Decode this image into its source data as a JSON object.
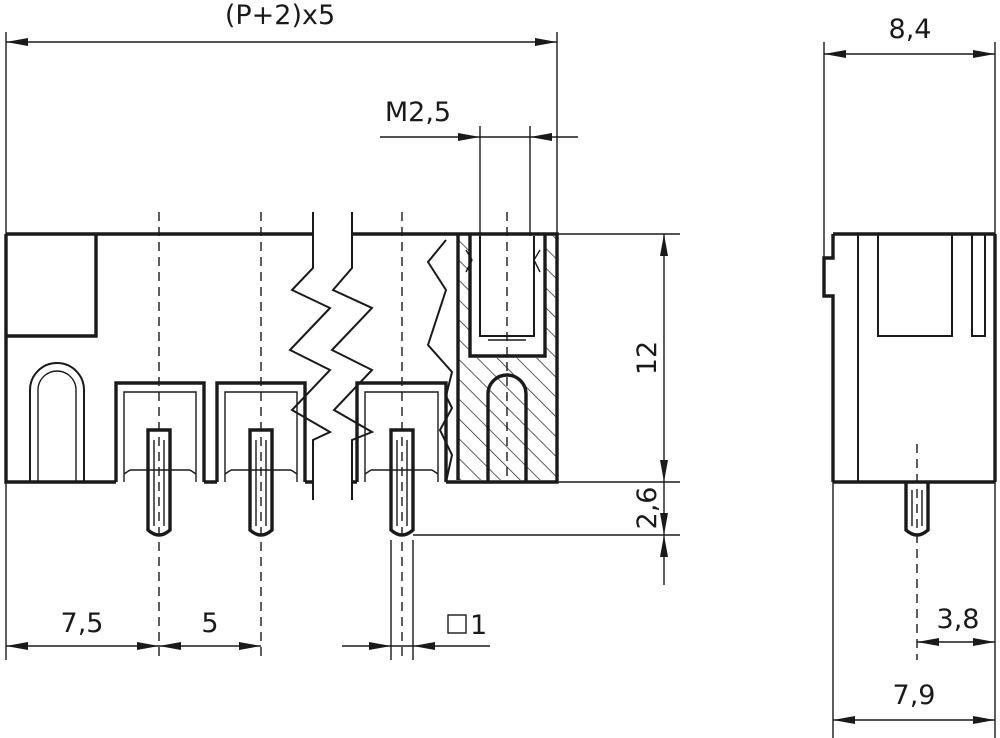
{
  "drawing": {
    "dimensions": {
      "total_width": "(P+2)x5",
      "side_width": "8,4",
      "thread": "M2,5",
      "height": "12",
      "pin_length": "2,6",
      "offset_first": "7,5",
      "pitch": "5",
      "pin_square": "1",
      "pin_offset_side": "3,8",
      "base_depth": "7,9"
    },
    "colors": {
      "line": "#1a1a1a",
      "background": "#ffffff"
    }
  }
}
